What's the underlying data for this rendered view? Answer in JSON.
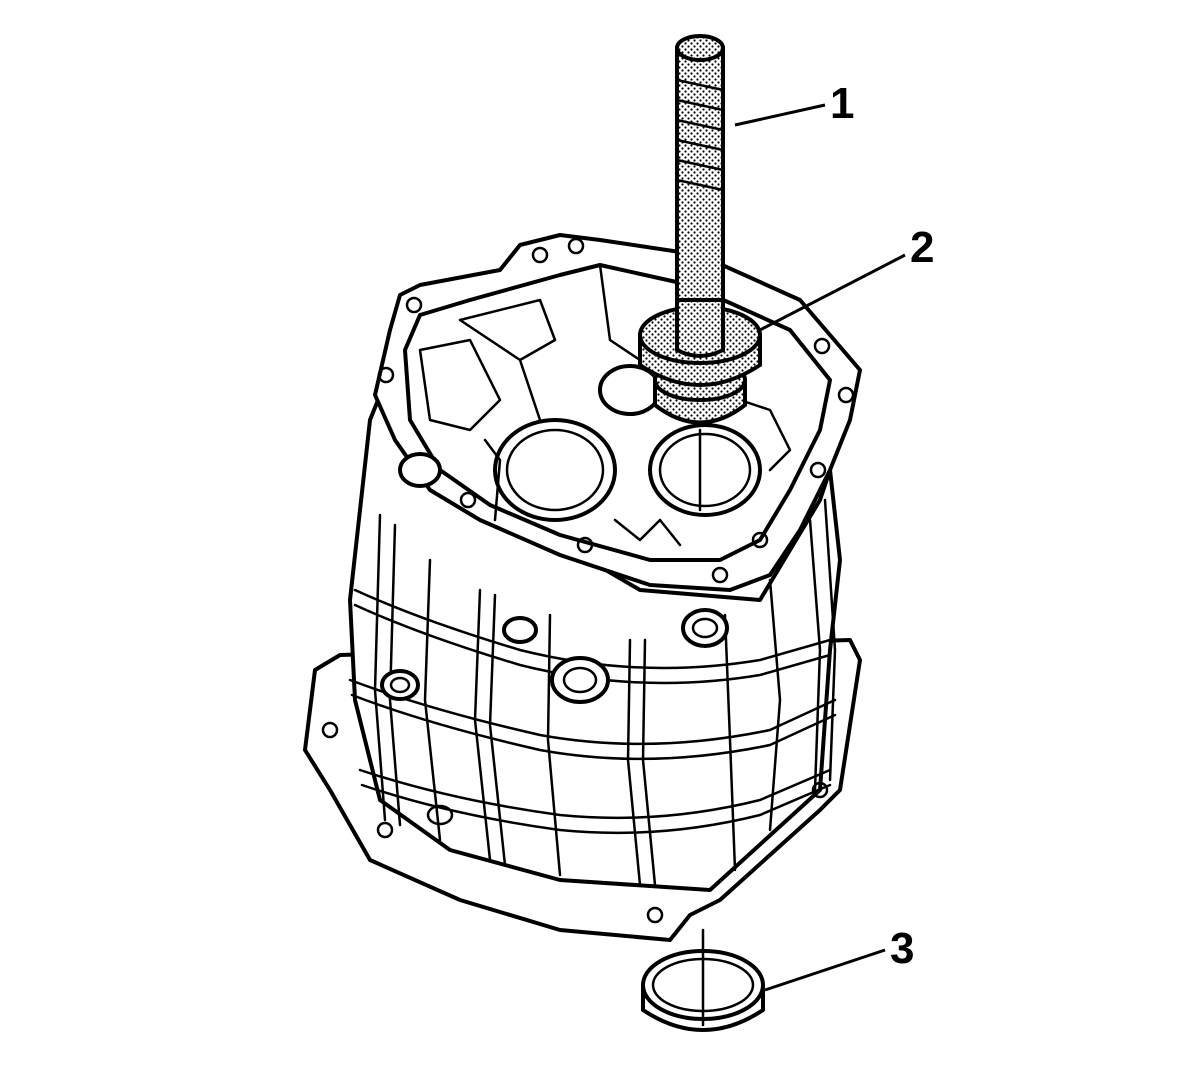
{
  "callouts": [
    {
      "id": "1",
      "label": "1"
    },
    {
      "id": "2",
      "label": "2"
    },
    {
      "id": "3",
      "label": "3"
    }
  ],
  "pattern_color": "#000000",
  "background_color": "#ffffff"
}
